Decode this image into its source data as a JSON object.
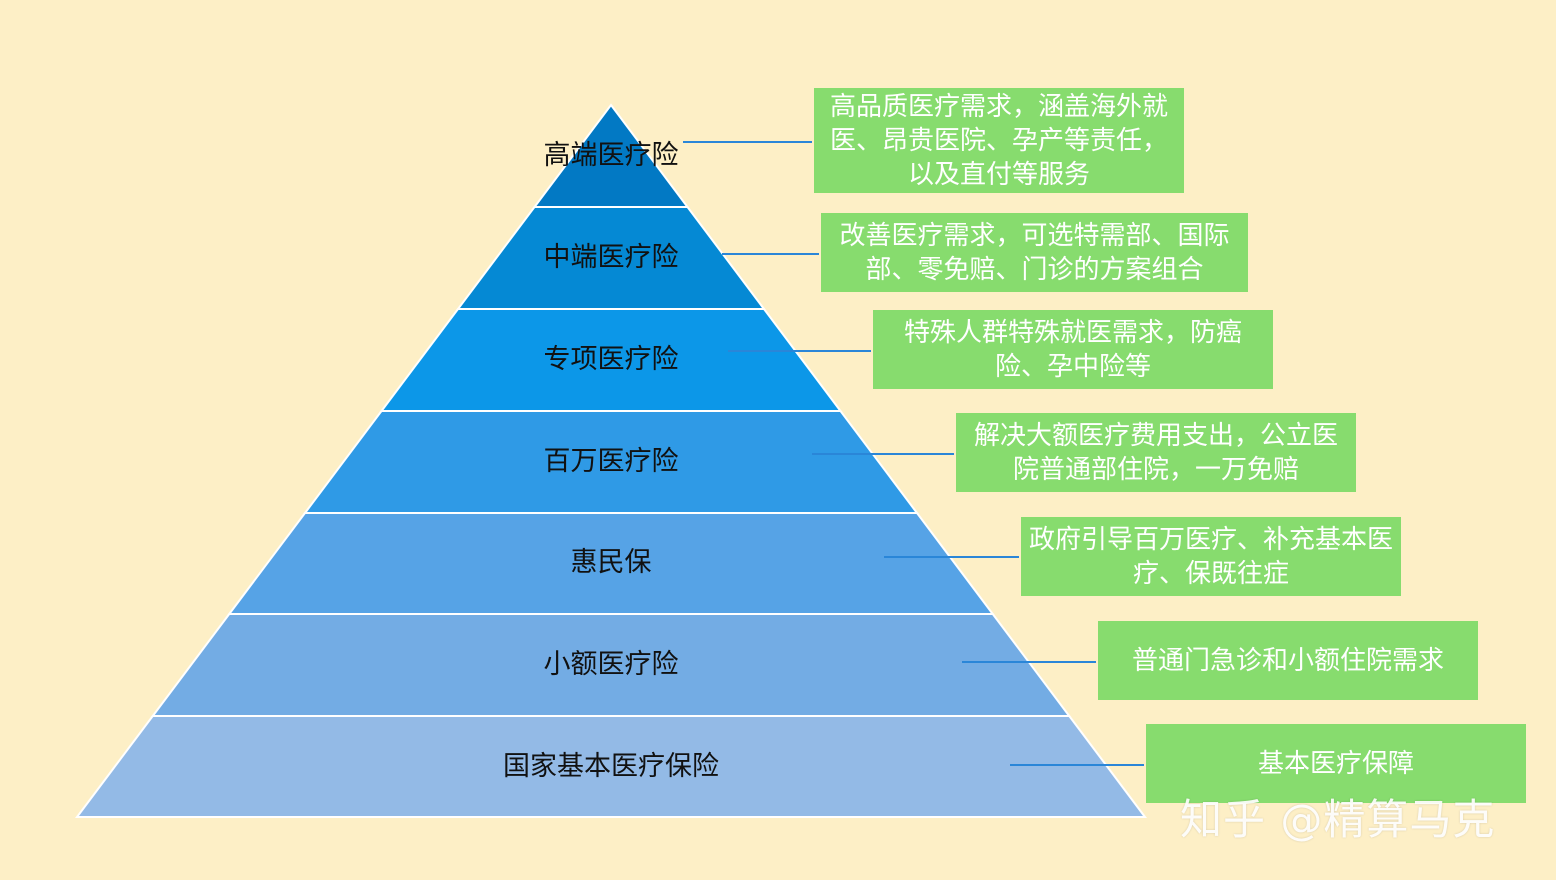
{
  "colors": {
    "background": "#fdefc6",
    "box": "#87dc6e",
    "connector": "#2a86d8",
    "tier_fills": [
      "#0279c4",
      "#0589d4",
      "#0c97e8",
      "#2f9ae6",
      "#56a3e6",
      "#73ace4",
      "#93bae6"
    ]
  },
  "tiers": [
    {
      "label": "高端医疗险",
      "description": "高品质医疗需求，涵盖海外就医、昂贵医院、孕产等责任，以及直付等服务"
    },
    {
      "label": "中端医疗险",
      "description": "改善医疗需求，可选特需部、国际部、零免赔、门诊的方案组合"
    },
    {
      "label": "专项医疗险",
      "description": "特殊人群特殊就医需求，防癌险、孕中险等"
    },
    {
      "label": "百万医疗险",
      "description": "解决大额医疗费用支出，公立医院普通部住院，一万免赔"
    },
    {
      "label": "惠民保",
      "description": "政府引导百万医疗、补充基本医疗、保既往症"
    },
    {
      "label": "小额医疗险",
      "description": "普通门急诊和小额住院需求"
    },
    {
      "label": "国家基本医疗保险",
      "description": "基本医疗保障"
    }
  ],
  "watermark": "知乎 @精算马克"
}
